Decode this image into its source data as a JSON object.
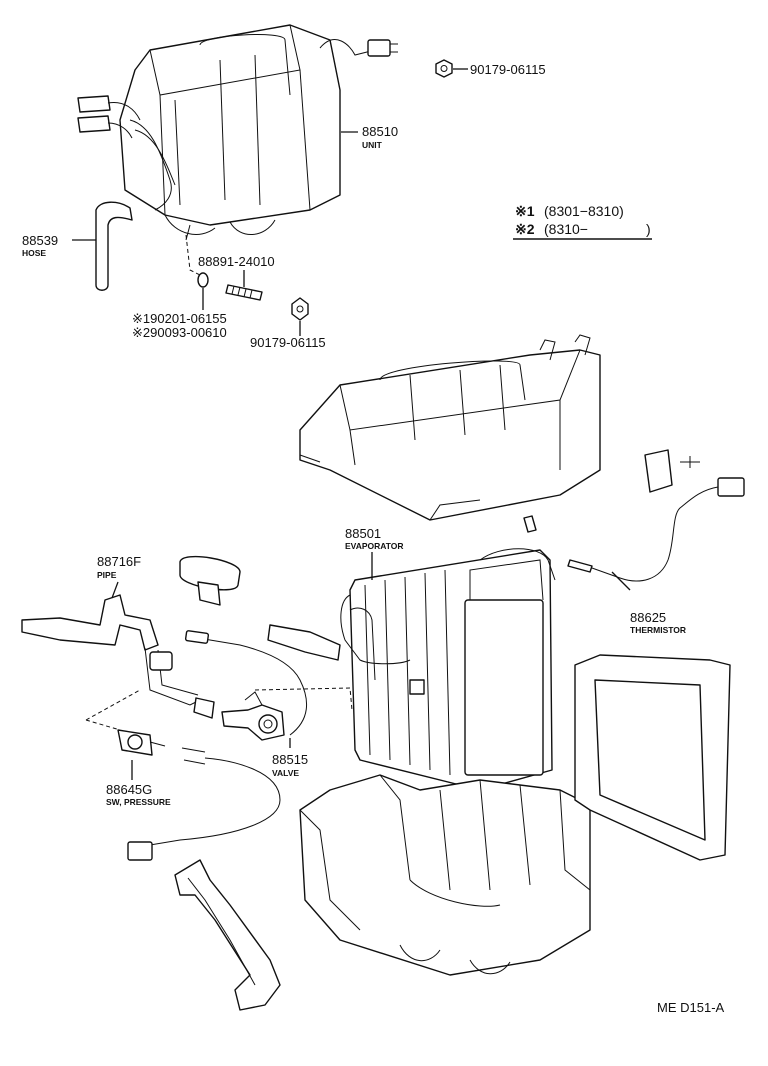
{
  "legend": {
    "line1_mark": "※1",
    "line1_range": "(8301−8310)",
    "line2_mark": "※2",
    "line2_range": "(8310−",
    "line2_close": ")"
  },
  "parts": {
    "nut_top": {
      "number": "90179-06115"
    },
    "unit": {
      "number": "88510",
      "name": "UNIT"
    },
    "hose": {
      "number": "88539",
      "name": "HOSE"
    },
    "stud": {
      "number": "88891-24010"
    },
    "oring_1": {
      "number": "※190201-06155"
    },
    "oring_2": {
      "number": "※290093-00610"
    },
    "nut_mid": {
      "number": "90179-06115"
    },
    "evaporator": {
      "number": "88501",
      "name": "EVAPORATOR"
    },
    "pipe": {
      "number": "88716F",
      "name": "PIPE"
    },
    "thermistor": {
      "number": "88625",
      "name": "THERMISTOR"
    },
    "valve": {
      "number": "88515",
      "name": "VALVE"
    },
    "pressure_switch": {
      "number": "88645G",
      "name": "SW, PRESSURE"
    }
  },
  "drawing_code": "ME D151-A"
}
